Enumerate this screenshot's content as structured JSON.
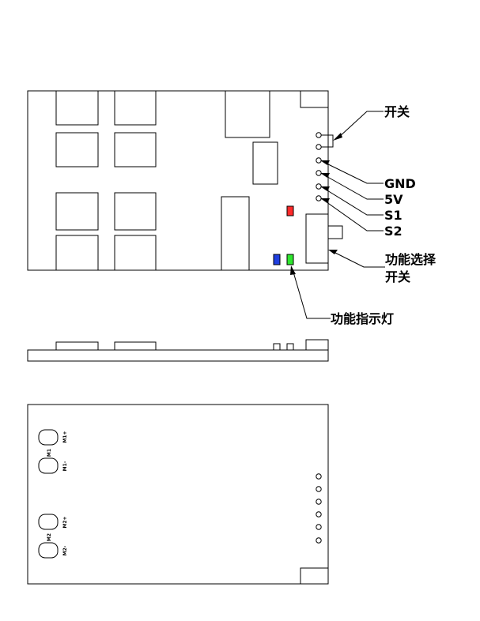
{
  "labels": {
    "switch": "开关",
    "gnd": "GND",
    "v5": "5V",
    "s1": "S1",
    "s2": "S2",
    "func_switch_line1": "功能选择",
    "func_switch_line2": "开关",
    "func_led": "功能指示灯"
  },
  "bottom_view": {
    "m1_plus": "M1+",
    "m1": "M1",
    "m1_minus": "M1-",
    "m2_plus": "M2+",
    "m2": "M2",
    "m2_minus": "M2-"
  },
  "colors": {
    "led_red": "#ff2a2a",
    "led_blue": "#1f3fe0",
    "led_green": "#2ee62e",
    "line": "#000000"
  }
}
